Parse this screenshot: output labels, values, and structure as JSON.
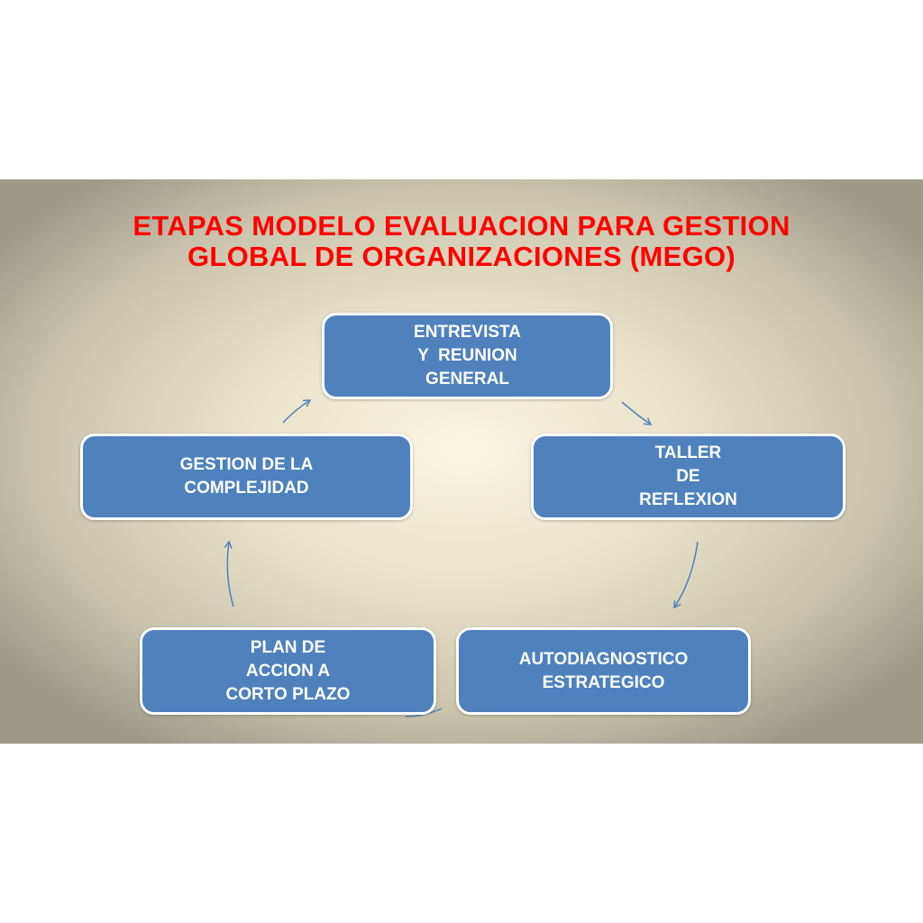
{
  "title": {
    "line1": "ETAPAS MODELO EVALUACION PARA GESTION",
    "line2": "GLOBAL DE ORGANIZACIONES (MEGO)"
  },
  "stages": [
    {
      "lines": [
        "ENTREVISTA",
        "Y  REUNION",
        "GENERAL"
      ]
    },
    {
      "lines": [
        "TALLER",
        "DE",
        "REFLEXION"
      ]
    },
    {
      "lines": [
        "AUTODIAGNOSTICO",
        "ESTRATEGICO"
      ]
    },
    {
      "lines": [
        "PLAN DE",
        "ACCION A",
        "CORTO PLAZO"
      ]
    },
    {
      "lines": [
        "GESTION DE LA",
        "COMPLEJIDAD"
      ]
    }
  ],
  "colors": {
    "title": "#ff0000",
    "box": "#4f81bd",
    "arrow": "#4f81bd"
  }
}
